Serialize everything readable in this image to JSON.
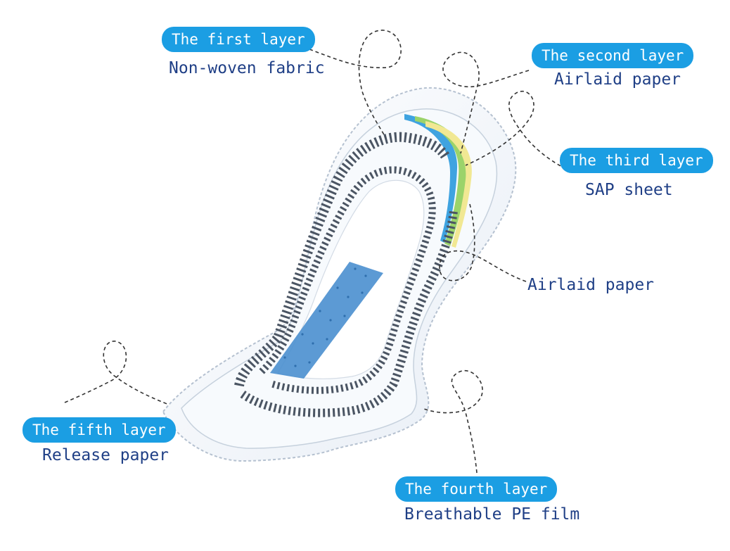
{
  "colors": {
    "pill_bg": "#1b9ee3",
    "pill_text": "#ffffff",
    "desc_text": "#1f3f86",
    "pad_fill": "#f7fafd",
    "pad_outline": "#bcc8d6",
    "blue_strip": "#4a8fcf",
    "layer_green": "#9bd36a",
    "layer_yellow": "#f1e893",
    "layer_blue": "#3fa3e0"
  },
  "labels": {
    "first": {
      "title": "The first layer",
      "desc": "Non-woven fabric"
    },
    "second": {
      "title": "The second layer",
      "desc": "Airlaid paper"
    },
    "third": {
      "title": "The third layer",
      "desc": "SAP sheet"
    },
    "airlaid": {
      "desc": "Airlaid paper"
    },
    "fourth": {
      "title": "The fourth layer",
      "desc": "Breathable PE film"
    },
    "fifth": {
      "title": "The fifth layer",
      "desc": "Release paper"
    }
  }
}
